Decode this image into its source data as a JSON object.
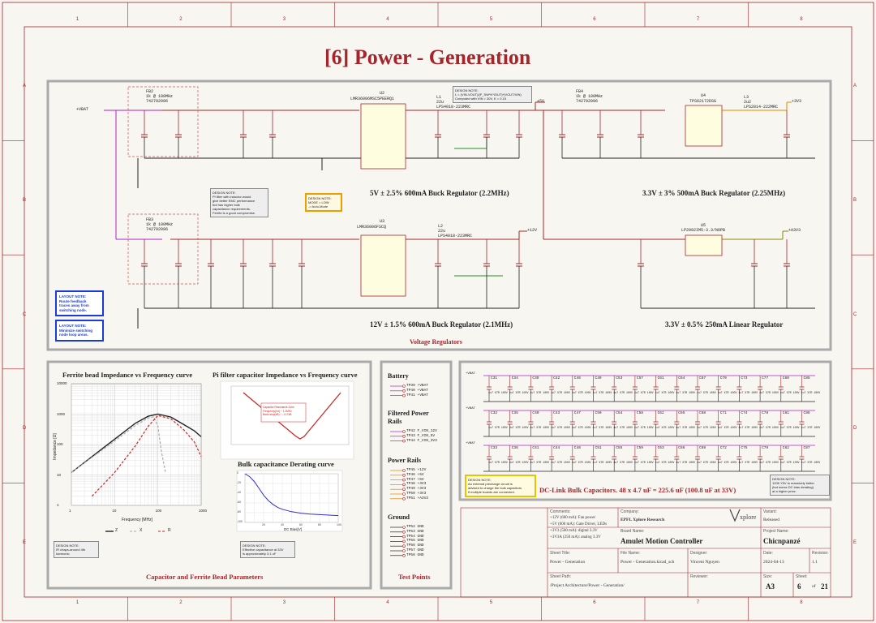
{
  "sheet_title": "[6] Power - Generation",
  "border_columns": [
    "1",
    "2",
    "3",
    "4",
    "5",
    "6",
    "7",
    "8"
  ],
  "border_rows": [
    "A",
    "B",
    "C",
    "D",
    "E"
  ],
  "regulators": {
    "label": "Voltage Regulators",
    "caption_5v": "5V ± 2.5% 600mA Buck Regulator (2.2MHz)",
    "caption_3v3": "3.3V ± 3% 500mA Buck Regulator (2.25MHz)",
    "caption_12v": "12V ± 1.5% 600mA Buck Regulator (2.1MHz)",
    "caption_a3v3": "3.3V ± 0.5% 250mA Linear Regulator",
    "u2_ref": "U2",
    "u2_part": "LMR36006MSC5PEERQ1",
    "u3_ref": "U3",
    "u3_part": "LMR36006FSCQ",
    "u4_ref": "U4",
    "u4_part": "TPS62172DSG",
    "u5_ref": "U5",
    "u5_part": "LP2992IM5-3.3/NOPB",
    "fb2": "FB2\n1k @ 100MHz\n742792096",
    "fb3": "FB3\n1k @ 100MHz\n742792096",
    "fb4": "FB4\n1k @ 100MHz\n742792096",
    "l1": "L1\n22u\nLPS4018-223MRC",
    "l2": "L2\n22u\nLPS4018-223MRC",
    "l3": "L3\n2u2\nLPS2014-222MRC",
    "vbat": "+VBAT",
    "out_5v": "+5V",
    "out_12v": "+12V",
    "out_3v3": "+3V3",
    "out_a3v3": "+A3V3",
    "note_design_l": "DESIGN NOTE:\nL = (VIN-VOUT)/(F_SW*K*IOUT)*(VOUT/VIN)\nComputed with VIN = 30V, K = 0.15",
    "note_pi": "DESIGN NOTE:\nPi filter with inductor would\ngive better EMC performance\nbut has higher bulk\ncapacitance requirements.\nFerrite is a good compromise.",
    "note_mode": "DESIGN NOTE:\nMODE = LOW\n-> Auto-Mode",
    "layout1": "LAYOUT NOTE:\nRoute feedback\ntraces away from\nswitching node.",
    "layout2": "LAYOUT NOTE:\nMinimize switching\nnode loop areas."
  },
  "cap_panel": {
    "label": "Capacitor and Ferrite Bead Parameters",
    "fb_title": "Ferrite bead Impedance vs Frequency curve",
    "pi_title": "Pi filter capacitor Impedance vs Frequency curve",
    "derate_title": "Bulk capacitance Derating curve",
    "fb_xlabel": "Frequency [MHz]",
    "fb_ylabel": "Impedance [Ω]",
    "fb_note": "DESIGN NOTE:\nIR chaps-around 4th\nharmonic.",
    "derate_note": "DESIGN NOTE:\nEffective capacitance at 33V\nis approximately 3.1 uF",
    "derate_xlabel": "DC Bias[V]",
    "pi_annotation": "Capacitor Resonance Zone\nFrequency(Hz) ~ 1.2MHz\nBand-stop(dB) ~ -1.17dB",
    "fb_legend": [
      "Z",
      "X",
      "R"
    ]
  },
  "chart_data": [
    {
      "type": "line",
      "title": "Ferrite bead Impedance vs Frequency curve",
      "xlabel": "Frequency [MHz]",
      "ylabel": "Impedance [Ω]",
      "xscale": "log",
      "yscale": "log",
      "xlim": [
        1,
        1000
      ],
      "ylim": [
        1,
        10000
      ],
      "x_ticks": [
        "1",
        "10",
        "100",
        "1000"
      ],
      "y_ticks": [
        "1",
        "10",
        "100",
        "1000",
        "10000"
      ],
      "series": [
        {
          "name": "Z",
          "x": [
            1,
            3,
            10,
            30,
            60,
            100,
            200,
            400,
            700,
            1000
          ],
          "y": [
            12,
            40,
            150,
            500,
            850,
            1000,
            800,
            450,
            280,
            180
          ]
        },
        {
          "name": "X",
          "x": [
            1,
            3,
            10,
            30,
            60,
            80,
            100,
            120,
            150
          ],
          "y": [
            12,
            38,
            130,
            420,
            750,
            820,
            400,
            60,
            12
          ]
        },
        {
          "name": "R",
          "x": [
            3,
            10,
            30,
            60,
            100,
            200,
            400,
            700,
            1000
          ],
          "y": [
            2,
            12,
            90,
            400,
            900,
            700,
            300,
            120,
            40
          ]
        }
      ]
    },
    {
      "type": "line",
      "title": "Bulk capacitance Derating curve",
      "xlabel": "DC Bias[V]",
      "xlim": [
        0,
        100
      ],
      "x_ticks": [
        "10",
        "20",
        "30",
        "40",
        "50",
        "60",
        "70",
        "80",
        "90",
        "100"
      ],
      "y_ticks": [
        "-100",
        "-80",
        "-60",
        "-40",
        "-20",
        "0"
      ],
      "series": [
        {
          "x": [
            0,
            5,
            10,
            15,
            20,
            25,
            30,
            35,
            40,
            50,
            60,
            70,
            80,
            90,
            100
          ],
          "y": [
            0,
            -6,
            -16,
            -30,
            -44,
            -55,
            -63,
            -69,
            -73,
            -78,
            -81,
            -83,
            -84,
            -85,
            -86
          ]
        }
      ]
    }
  ],
  "testpoints": {
    "label": "Test Points",
    "battery": {
      "heading": "Battery",
      "items": [
        "TP39 +VBAT",
        "TP40 +VBAT",
        "TP41 +VBAT"
      ]
    },
    "filtered": {
      "heading": "Filtered Power\nRails",
      "items": [
        "TP42 F_VIN_12V",
        "TP43 F_VIN_5V",
        "TP44 F_VIN_3V3"
      ]
    },
    "power": {
      "heading": "Power Rails",
      "items": [
        "TP45 +12V",
        "TP46 +5V",
        "TP47 +5V",
        "TP48 +3V3",
        "TP49 +3V3",
        "TP50 +3V3",
        "TP51 +A3V3"
      ]
    },
    "ground": {
      "heading": "Ground",
      "items": [
        "TP52 GND",
        "TP53 GND",
        "TP54 GND",
        "TP55 GND",
        "TP56 GND",
        "TP57 GND",
        "TP58 GND"
      ]
    }
  },
  "dclink": {
    "caption": "DC-Link Bulk Capacitors. 48 x 4.7 uF = 225.6 uF (100.8 uF at 33V)",
    "row1": [
      "C31",
      "C34",
      "C39",
      "C42",
      "C46",
      "C49",
      "C53",
      "C57",
      "C61",
      "C64",
      "C67",
      "C70",
      "C73",
      "C77",
      "C80",
      "C85"
    ],
    "row2": [
      "C32",
      "C35",
      "C40",
      "C43",
      "C47",
      "C50",
      "C54",
      "C58",
      "C62",
      "C65",
      "C68",
      "C71",
      "C74",
      "C78",
      "C81",
      "C86"
    ],
    "row3": [
      "C33",
      "C36",
      "C41",
      "C44",
      "C48",
      "C51",
      "C55",
      "C59",
      "C63",
      "C66",
      "C69",
      "C72",
      "C75",
      "C79",
      "C82",
      "C87"
    ],
    "cap_value": "4u7 X7R 100V",
    "note_precharge": "DESIGN NOTE:\nAn external precharge circuit is\nadvised to charge the bulk capacitors\nif multiple boards are connected.",
    "note_1206": "DESIGN NOTE:\n1206 Y5V to massively better\n(but worse DC bias derating)\nat a higher price."
  },
  "titleblock": {
    "comments_label": "Comments:",
    "comments": [
      "+12V (600 mA): Fan power",
      "+5V (600 mA): Gate Driver, LEDs",
      "+3V3 (500 mA): digital 3.3V",
      "+3V3A (250 mA): analog 3.3V"
    ],
    "company_label": "Company:",
    "company": "EPFL Xplore Research",
    "variant_label": "Variant:",
    "variant": "Released",
    "board_label": "Board Name:",
    "board": "Amulet Motion Controller",
    "project_label": "Project Name:",
    "project": "Chicnpanzé",
    "sheet_title_label": "Sheet Title:",
    "sheet_title": "Power - Generation",
    "file_label": "File Name:",
    "file": "Power - Generation.kicad_sch",
    "designer_label": "Designer:",
    "designer": "Vincent Nguyen",
    "date_label": "Date:",
    "date": "2024-04-13",
    "revision_label": "Revision:",
    "revision": "1.1",
    "path_label": "Sheet Path:",
    "path": "/Project Architecture/Power - Generation/",
    "reviewer_label": "Reviewer:",
    "size_label": "Size:",
    "size": "A3",
    "sheet_label": "Sheet:",
    "sheet_num": "6",
    "sheet_of": "of",
    "sheet_total": "21",
    "logo_text": "xplore"
  },
  "colors": {
    "title": "#a4262c",
    "wire": "#a4262c",
    "net_5v": "#a4262c",
    "net_vbat": "#b020c8",
    "net_gnd": "#222222",
    "net_3v3": "#e08a00",
    "net_a3v3": "#8a8a00",
    "note_blue": "#1a3bd6",
    "note_yellow": "#e8c400"
  }
}
